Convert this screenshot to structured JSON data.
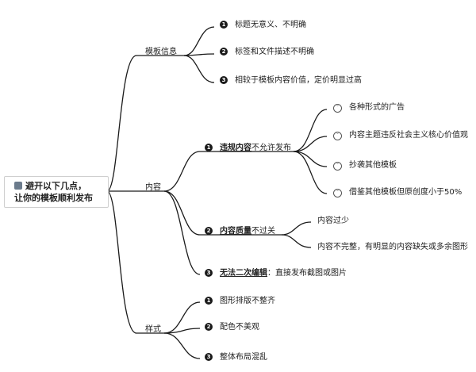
{
  "root": {
    "icon": "person-icon",
    "line1": "避开以下几点，",
    "line2": "让你的模板顺利发布"
  },
  "branches": {
    "template_info": {
      "label": "模板信息",
      "items": [
        {
          "num": "1",
          "text": "标题无意义、不明确"
        },
        {
          "num": "2",
          "text": "标签和文件描述不明确"
        },
        {
          "num": "3",
          "text": "相较于模板内容价值，定价明显过高"
        }
      ]
    },
    "content": {
      "label": "内容",
      "sub1": {
        "num": "1",
        "bold": "违规内容",
        "rest": "不允许发布",
        "items": [
          {
            "icon": "sad-face-icon",
            "text": "各种形式的广告"
          },
          {
            "icon": "sad-face-icon",
            "text": "内容主题违反社会主义核心价值观"
          },
          {
            "icon": "sad-face-icon",
            "text": "抄袭其他模板"
          },
          {
            "icon": "sad-face-icon",
            "text": "借鉴其他模板但原创度小于50%"
          }
        ]
      },
      "sub2": {
        "num": "2",
        "bold": "内容质量",
        "rest": "不过关",
        "items": [
          {
            "text": "内容过少"
          },
          {
            "text": "内容不完整，有明显的内容缺失或多余图形"
          }
        ]
      },
      "sub3": {
        "num": "3",
        "bold": "无法二次编辑",
        "rest": "：直接发布截图或图片"
      }
    },
    "style": {
      "label": "样式",
      "items": [
        {
          "num": "1",
          "text": "图形排版不整齐"
        },
        {
          "num": "2",
          "text": "配色不美观"
        },
        {
          "num": "3",
          "text": "整体布局混乱"
        }
      ]
    }
  }
}
